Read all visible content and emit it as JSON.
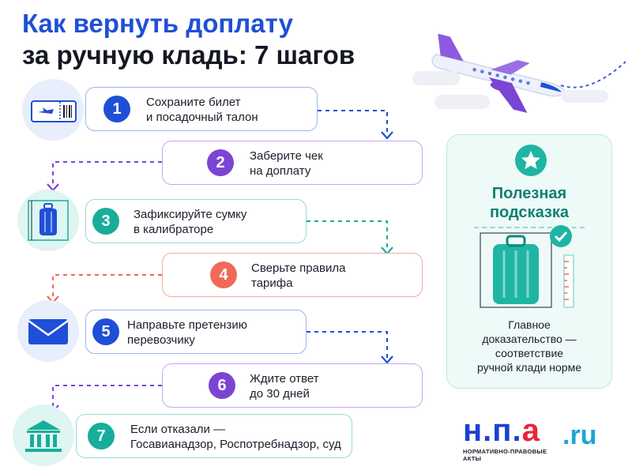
{
  "title": {
    "line1": "Как вернуть доплату",
    "line2": "за ручную кладь: 7 шагов"
  },
  "steps": [
    {
      "number": "1",
      "line1": "Сохраните билет",
      "line2": "и посадочный талон",
      "color": "#1f4fd6"
    },
    {
      "number": "2",
      "line1": "Заберите чек",
      "line2": "на доплату",
      "color": "#7b45d4"
    },
    {
      "number": "3",
      "line1": "Зафиксируйте сумку",
      "line2": "в калибраторе",
      "color": "#18ad9b"
    },
    {
      "number": "4",
      "line1": "Сверьте правила",
      "line2": "тарифа",
      "color": "#ef6a5a"
    },
    {
      "number": "5",
      "line1": "Направьте претензию",
      "line2": "перевозчику",
      "color": "#1f4fd6"
    },
    {
      "number": "6",
      "line1": "Ждите ответ",
      "line2": "до 30 дней",
      "color": "#7b45d4"
    },
    {
      "number": "7",
      "line1": "Если отказали —",
      "line2": "Госавианадзор, Роспотребнадзор, суд",
      "color": "#18ad9b"
    }
  ],
  "tip": {
    "title_line1": "Полезная",
    "title_line2": "подсказка",
    "text_line1": "Главное",
    "text_line2": "доказательство —",
    "text_line3": "соответствие",
    "text_line4": "ручной клади норме"
  },
  "logo": {
    "n": "н",
    "dot1": ".",
    "p": "п",
    "dot2": ".",
    "a": "а",
    "subtitle": "НОРМАТИВНО-ПРАВОВЫЕ АКТЫ",
    "domain": ".ru"
  },
  "icons": [
    "ticket-icon",
    "suitcase-icon",
    "envelope-icon",
    "bank-icon",
    "star-icon",
    "check-icon",
    "ruler-icon",
    "airplane-icon"
  ]
}
